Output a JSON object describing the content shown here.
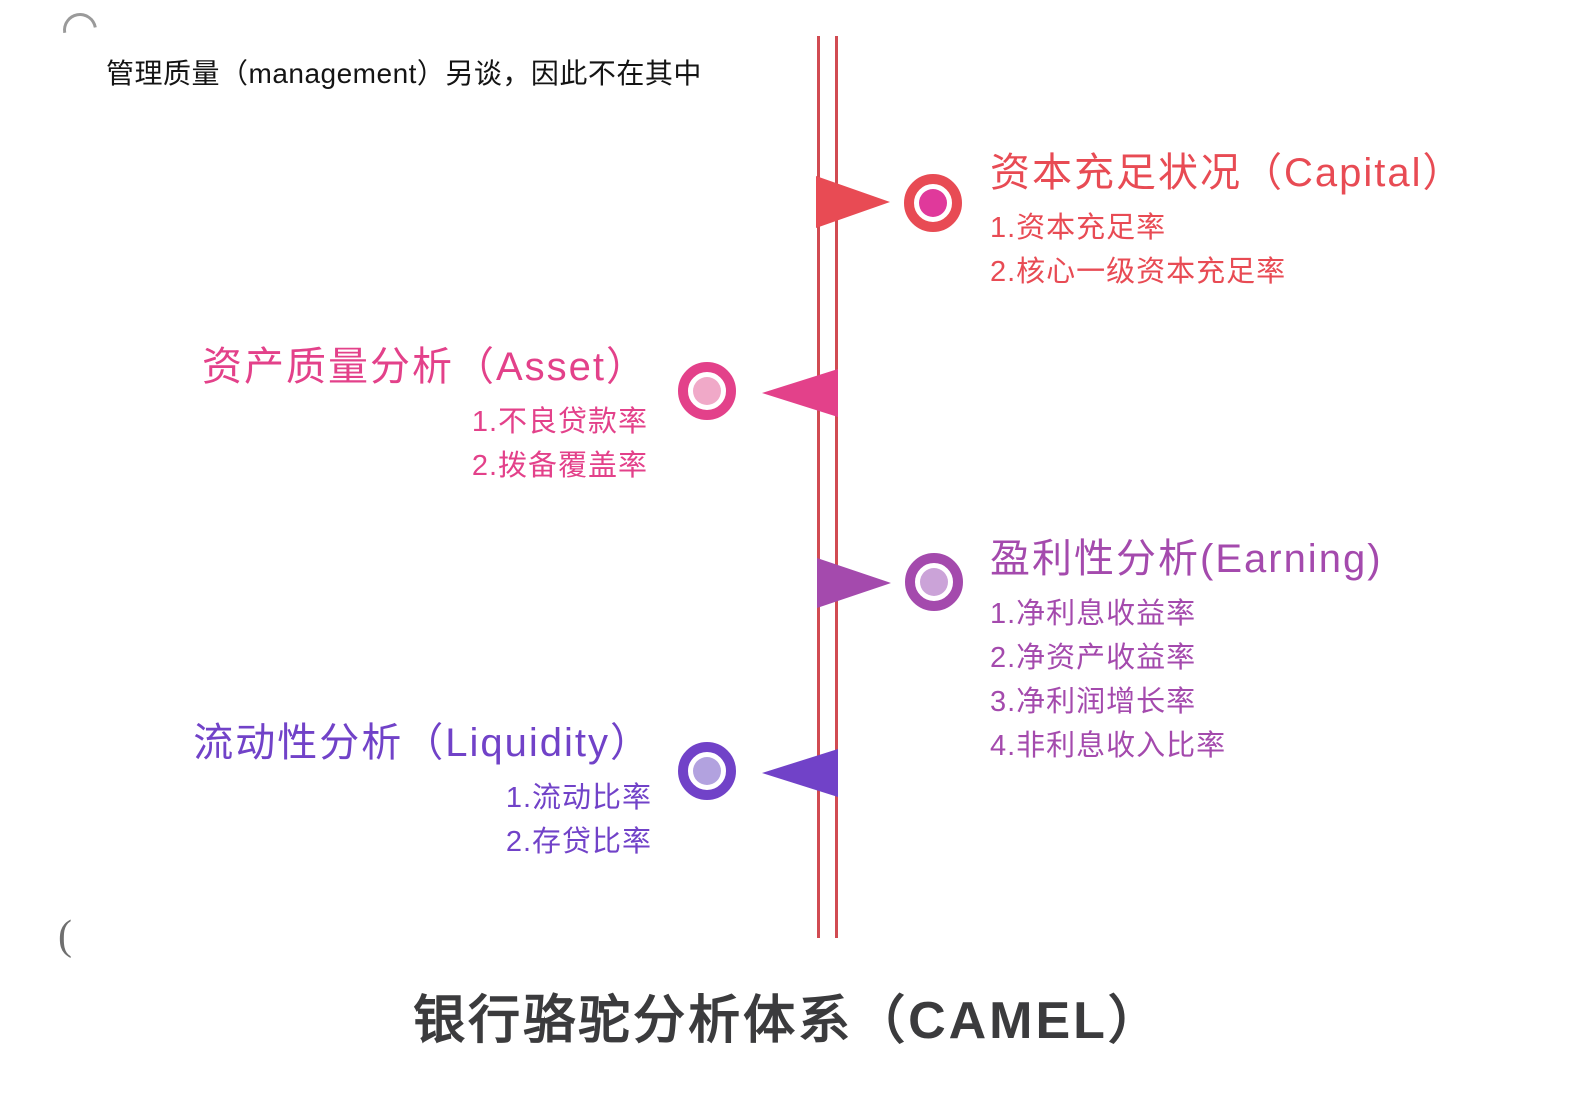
{
  "note_top": "管理质量（management）另谈，因此不在其中",
  "footer_title": {
    "text": "银行骆驼分析体系（CAMEL）",
    "color": "#3B3B3D"
  },
  "timeline": {
    "line_color": "#D14B52"
  },
  "decorations": {
    "top_arc": "arc-mark",
    "left_paren": "("
  },
  "nodes": [
    {
      "id": "capital",
      "side": "right",
      "title": "资本充足状况（Capital）",
      "items": [
        "1.资本充足率",
        "2.核心一级资本充足率"
      ],
      "color": "#E84B54",
      "inner_color": "#E0399B"
    },
    {
      "id": "asset",
      "side": "left",
      "title": "资产质量分析（Asset）",
      "items": [
        "1.不良贷款率",
        "2.拨备覆盖率"
      ],
      "color": "#E3418A",
      "inner_color": "#F0A9C8"
    },
    {
      "id": "earning",
      "side": "right",
      "title": "盈利性分析(Earning)",
      "items": [
        "1.净利息收益率",
        "2.净资产收益率",
        "3.净利润增长率",
        "4.非利息收入比率"
      ],
      "color": "#A44AAD",
      "inner_color": "#CBA3D8"
    },
    {
      "id": "liquidity",
      "side": "left",
      "title": "流动性分析（Liquidity）",
      "items": [
        "1.流动比率",
        "2.存贷比率"
      ],
      "color": "#7142C8",
      "inner_color": "#B2A2DF"
    }
  ]
}
